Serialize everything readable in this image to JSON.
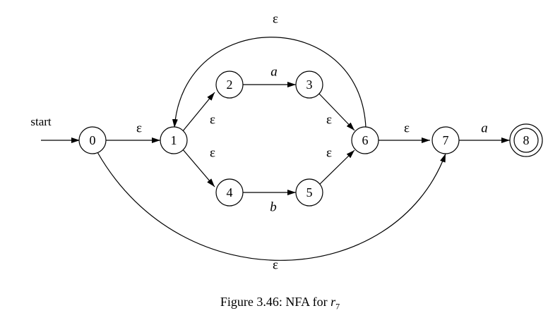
{
  "diagram": {
    "start_label": "start",
    "states": [
      {
        "id": "0",
        "label": "0",
        "accepting": false
      },
      {
        "id": "1",
        "label": "1",
        "accepting": false
      },
      {
        "id": "2",
        "label": "2",
        "accepting": false
      },
      {
        "id": "3",
        "label": "3",
        "accepting": false
      },
      {
        "id": "4",
        "label": "4",
        "accepting": false
      },
      {
        "id": "5",
        "label": "5",
        "accepting": false
      },
      {
        "id": "6",
        "label": "6",
        "accepting": false
      },
      {
        "id": "7",
        "label": "7",
        "accepting": false
      },
      {
        "id": "8",
        "label": "8",
        "accepting": true
      }
    ],
    "transitions": [
      {
        "from": "0",
        "to": "1",
        "label": "ε"
      },
      {
        "from": "1",
        "to": "2",
        "label": "ε"
      },
      {
        "from": "1",
        "to": "4",
        "label": "ε"
      },
      {
        "from": "2",
        "to": "3",
        "label": "a"
      },
      {
        "from": "4",
        "to": "5",
        "label": "b"
      },
      {
        "from": "3",
        "to": "6",
        "label": "ε"
      },
      {
        "from": "5",
        "to": "6",
        "label": "ε"
      },
      {
        "from": "6",
        "to": "1",
        "label": "ε"
      },
      {
        "from": "6",
        "to": "7",
        "label": "ε"
      },
      {
        "from": "0",
        "to": "7",
        "label": "ε"
      },
      {
        "from": "7",
        "to": "8",
        "label": "a"
      }
    ]
  },
  "caption": {
    "prefix": "Figure 3.46: NFA for ",
    "symbol": "r",
    "subscript": "7"
  }
}
